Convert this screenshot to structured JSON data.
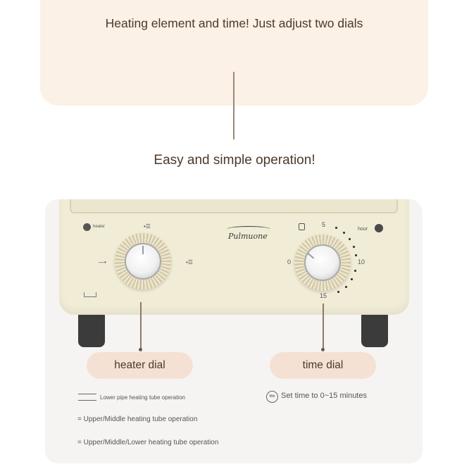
{
  "intro": {
    "text": "Heating element and time! Just adjust two dials"
  },
  "headline": "Easy and simple operation!",
  "product": {
    "brand": "Pulmuone",
    "heater_label": "heater",
    "hour_label": "hour",
    "time_ticks": [
      "5",
      "10",
      "15",
      "0"
    ]
  },
  "callouts": {
    "heater_dial": "heater dial",
    "time_dial": "time dial"
  },
  "legend": {
    "lower": "Lower pipe heating tube operation",
    "upper_middle": "= Upper/Middle heating tube operation",
    "all": "= Upper/Middle/Lower heating tube operation",
    "time_icon": "Min",
    "time_note": "Set time to 0~15 minutes"
  },
  "colors": {
    "top_panel": "#fbf1e6",
    "product_panel": "#f6f4f2",
    "oven_body": "#f1ecd6",
    "pill": "#f5e1d3"
  }
}
